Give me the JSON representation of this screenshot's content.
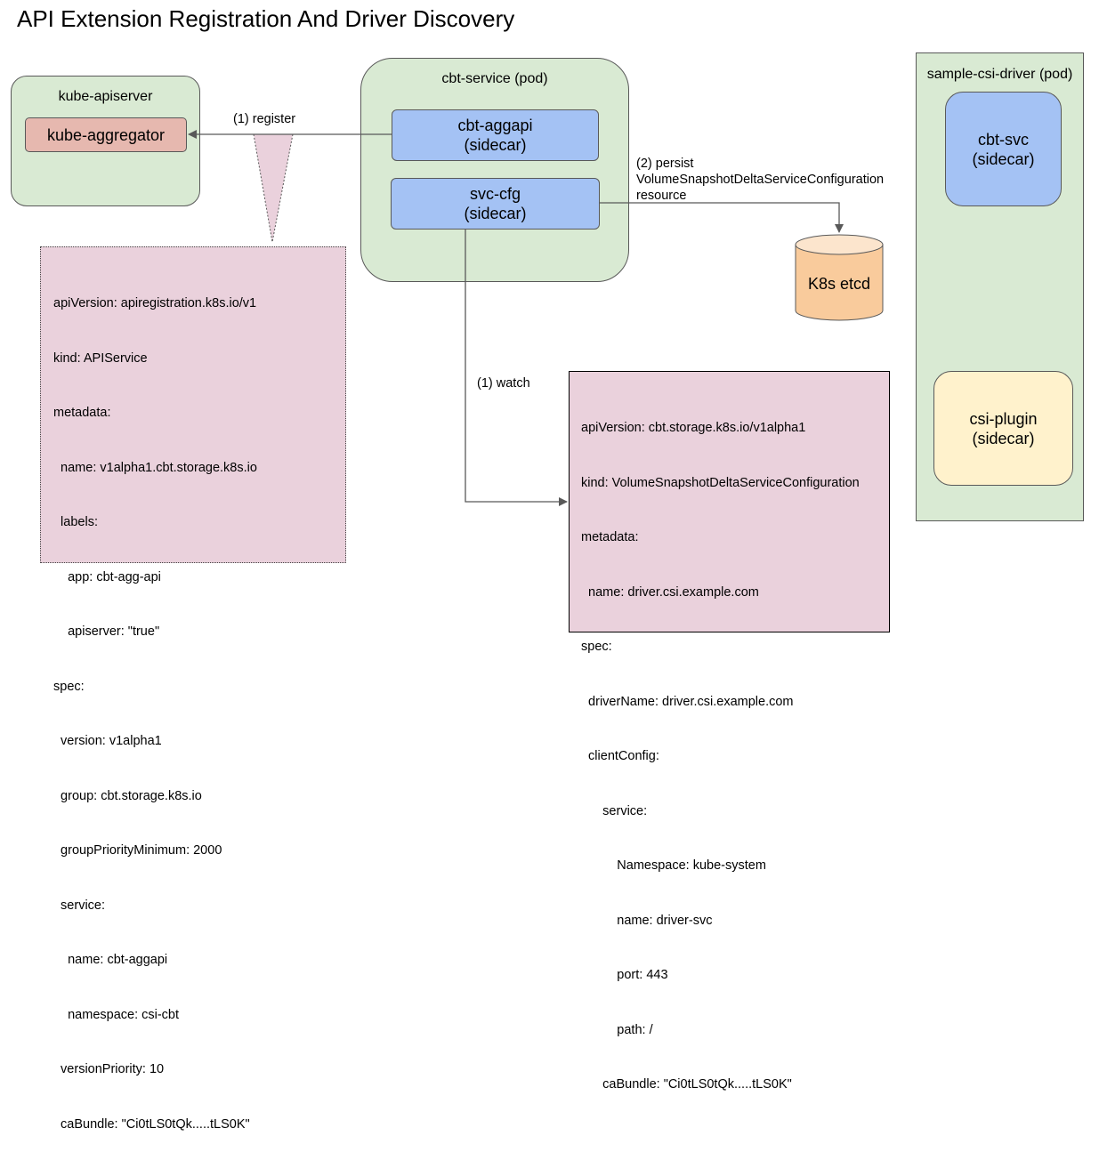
{
  "title": "API Extension Registration And Driver Discovery",
  "kube_apiserver": {
    "label": "kube-apiserver",
    "aggregator": "kube-aggregator"
  },
  "cbt_service": {
    "label": "cbt-service (pod)",
    "aggapi": {
      "line1": "cbt-aggapi",
      "line2": "(sidecar)"
    },
    "svc_cfg": {
      "line1": "svc-cfg",
      "line2": "(sidecar)"
    }
  },
  "sample_driver": {
    "label": "sample-csi-driver (pod)",
    "cbt_svc": {
      "line1": "cbt-svc",
      "line2": "(sidecar)"
    },
    "csi_plugin": {
      "line1": "csi-plugin",
      "line2": "(sidecar)"
    }
  },
  "etcd": {
    "label": "K8s etcd"
  },
  "arrows": {
    "register": "(1) register",
    "persist": [
      "(2) persist",
      "VolumeSnapshotDeltaServiceConfiguration",
      "resource"
    ],
    "watch": "(1) watch"
  },
  "apiservice_yaml": [
    "apiVersion: apiregistration.k8s.io/v1",
    "kind: APIService",
    "metadata:",
    "  name: v1alpha1.cbt.storage.k8s.io",
    "  labels:",
    "    app: cbt-agg-api",
    "    apiserver: \"true\"",
    "spec:",
    "  version: v1alpha1",
    "  group: cbt.storage.k8s.io",
    "  groupPriorityMinimum: 2000",
    "  service:",
    "    name: cbt-aggapi",
    "    namespace: csi-cbt",
    "  versionPriority: 10",
    "  caBundle: \"Ci0tLS0tQk.....tLS0K\""
  ],
  "config_yaml": [
    "apiVersion: cbt.storage.k8s.io/v1alpha1",
    "kind: VolumeSnapshotDeltaServiceConfiguration",
    "metadata:",
    "  name: driver.csi.example.com",
    "spec:",
    "  driverName: driver.csi.example.com",
    "  clientConfig:",
    "      service:",
    "          Namespace: kube-system",
    "          name: driver-svc",
    "          port: 443",
    "          path: /",
    "      caBundle: \"Ci0tLS0tQk.....tLS0K\""
  ],
  "colors": {
    "pod_green": "#d9ead3",
    "sidecar_blue": "#a4c2f4",
    "aggregator_red": "#e6b8af",
    "plugin_yellow": "#fff2cc",
    "etcd_orange": "#f9cb9c",
    "yaml_pink": "#ead1dc"
  }
}
